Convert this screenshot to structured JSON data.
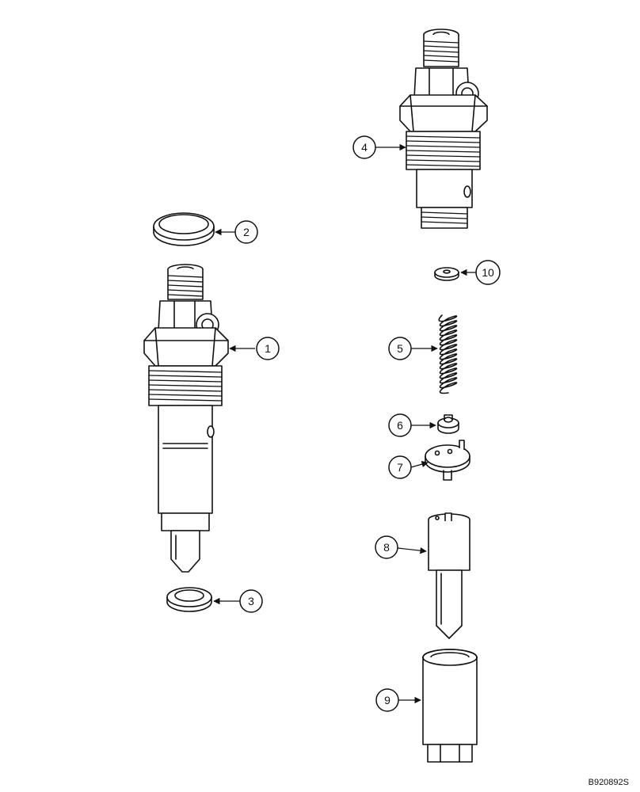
{
  "figure_code": "B920892S",
  "callouts": [
    {
      "id": "1",
      "label": "1"
    },
    {
      "id": "2",
      "label": "2"
    },
    {
      "id": "3",
      "label": "3"
    },
    {
      "id": "4",
      "label": "4"
    },
    {
      "id": "5",
      "label": "5"
    },
    {
      "id": "6",
      "label": "6"
    },
    {
      "id": "7",
      "label": "7"
    },
    {
      "id": "8",
      "label": "8"
    },
    {
      "id": "9",
      "label": "9"
    },
    {
      "id": "10",
      "label": "10"
    }
  ]
}
